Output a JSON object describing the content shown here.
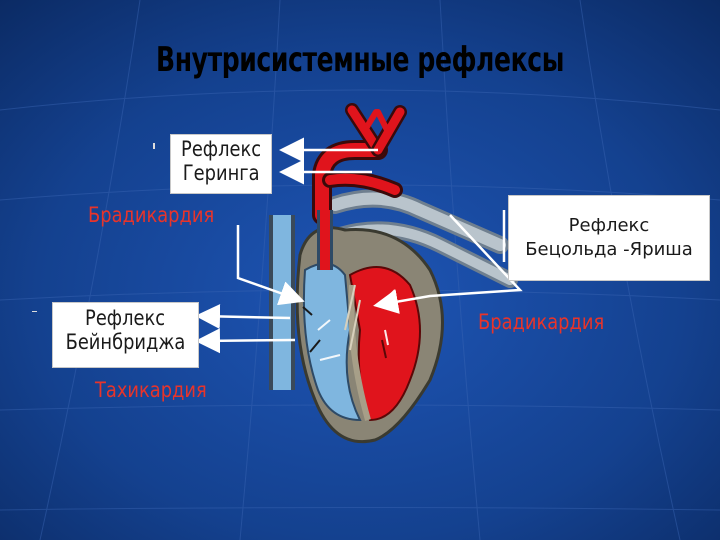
{
  "title": "Внутрисистемные рефлексы",
  "labels": {
    "gering_line1": "Рефлекс",
    "gering_line2": "Геринга",
    "bradycardia_left": "Брадикардия",
    "bezold_line1": "Рефлекс",
    "bezold_line2": "Бецольда -Яриша",
    "bainbridge_line1": "Рефлекс",
    "bainbridge_line2": "Бейнбриджа",
    "bradycardia_right": "Брадикардия",
    "tachycardia": "Тахикардия"
  },
  "colors": {
    "background": "#123a87",
    "red_label": "#e8342a",
    "arterial": "#e0141c",
    "venous": "#7fb6df"
  }
}
